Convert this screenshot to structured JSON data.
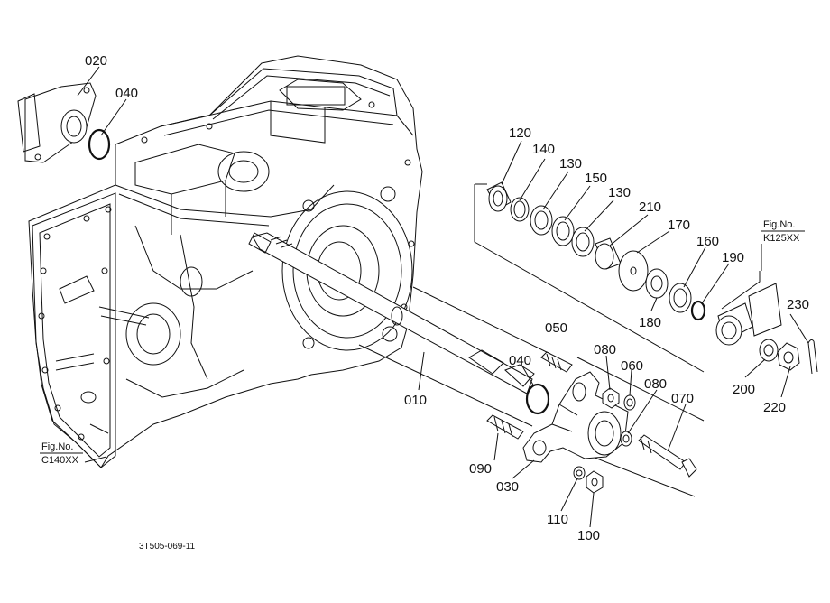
{
  "callouts": {
    "c020": "020",
    "c040a": "040",
    "c120": "120",
    "c140": "140",
    "c130a": "130",
    "c150": "150",
    "c130b": "130",
    "c210": "210",
    "c170": "170",
    "c160": "160",
    "c190": "190",
    "c180": "180",
    "c230": "230",
    "c200": "200",
    "c220": "220",
    "c050": "050",
    "c080a": "080",
    "c060": "060",
    "c040b": "040",
    "c080b": "080",
    "c070": "070",
    "c010": "010",
    "c090": "090",
    "c030": "030",
    "c110": "110",
    "c100": "100"
  },
  "fig_refs": {
    "left_line1": "Fig.No.",
    "left_line2": "C140XX",
    "right_line1": "Fig.No.",
    "right_line2": "K125XX"
  },
  "image_code": "3T505-069-11"
}
